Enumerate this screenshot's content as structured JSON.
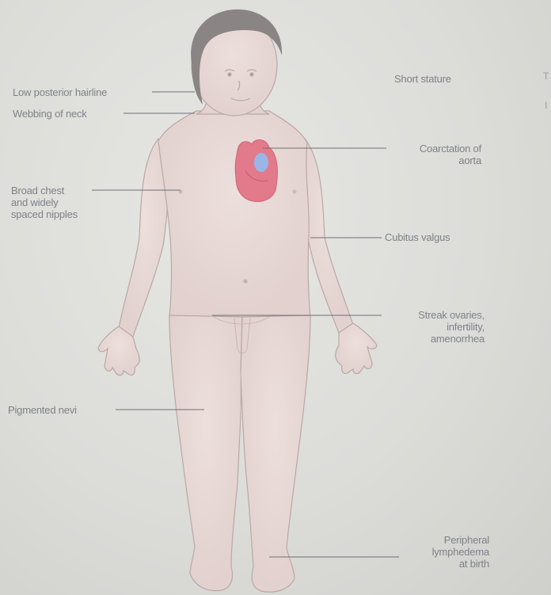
{
  "labels": {
    "short_stature": "Short stature",
    "low_hairline": "Low posterior hairline",
    "webbing_neck": "Webbing of neck",
    "coarctation": "Coarctation of\naorta",
    "broad_chest": "Broad chest\nand widely\nspaced nipples",
    "cubitus_valgus": "Cubitus valgus",
    "streak_ovaries": "Streak ovaries,\ninfertility,\namenorrhea",
    "pigmented_nevi": "Pigmented nevi",
    "peripheral_lymphedema": "Peripheral\nlymphedema\nat birth"
  },
  "edge_fragments": [
    "T",
    "I"
  ],
  "colors": {
    "background": "#dcdcd9",
    "body_skin": "#e9d9d6",
    "outline": "#b9a8a6",
    "hair": "#8a8584",
    "heart": "#e27a8c",
    "heart_accent": "#9ab6e6",
    "leader_line": "#6f7075",
    "label_text": "#7f8187"
  }
}
